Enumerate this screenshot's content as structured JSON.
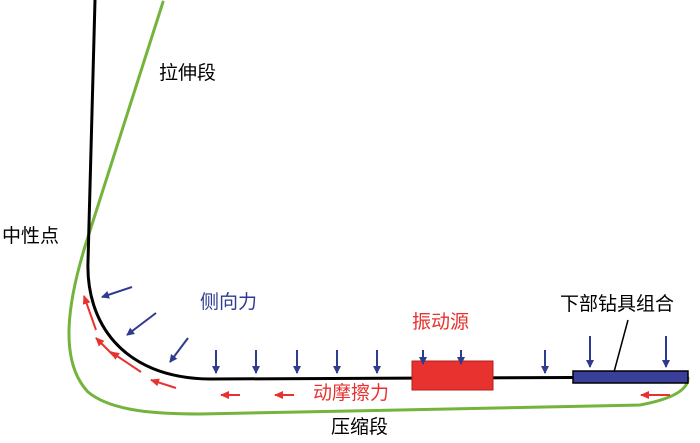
{
  "labels": {
    "tension_section": "拉伸段",
    "neutral_point": "中性点",
    "lateral_force": "侧向力",
    "vibration_source": "振动源",
    "bha": "下部钻具组合",
    "dynamic_friction": "动摩擦力",
    "compression_section": "压缩段"
  },
  "colors": {
    "drill_string": "#000000",
    "wellbore_outline": "#74b43c",
    "lateral_force_arrows": "#2f3b8f",
    "friction_arrows": "#e8322f",
    "vibration_source_fill": "#e8322f",
    "bha_fill": "#3a3f9a"
  }
}
